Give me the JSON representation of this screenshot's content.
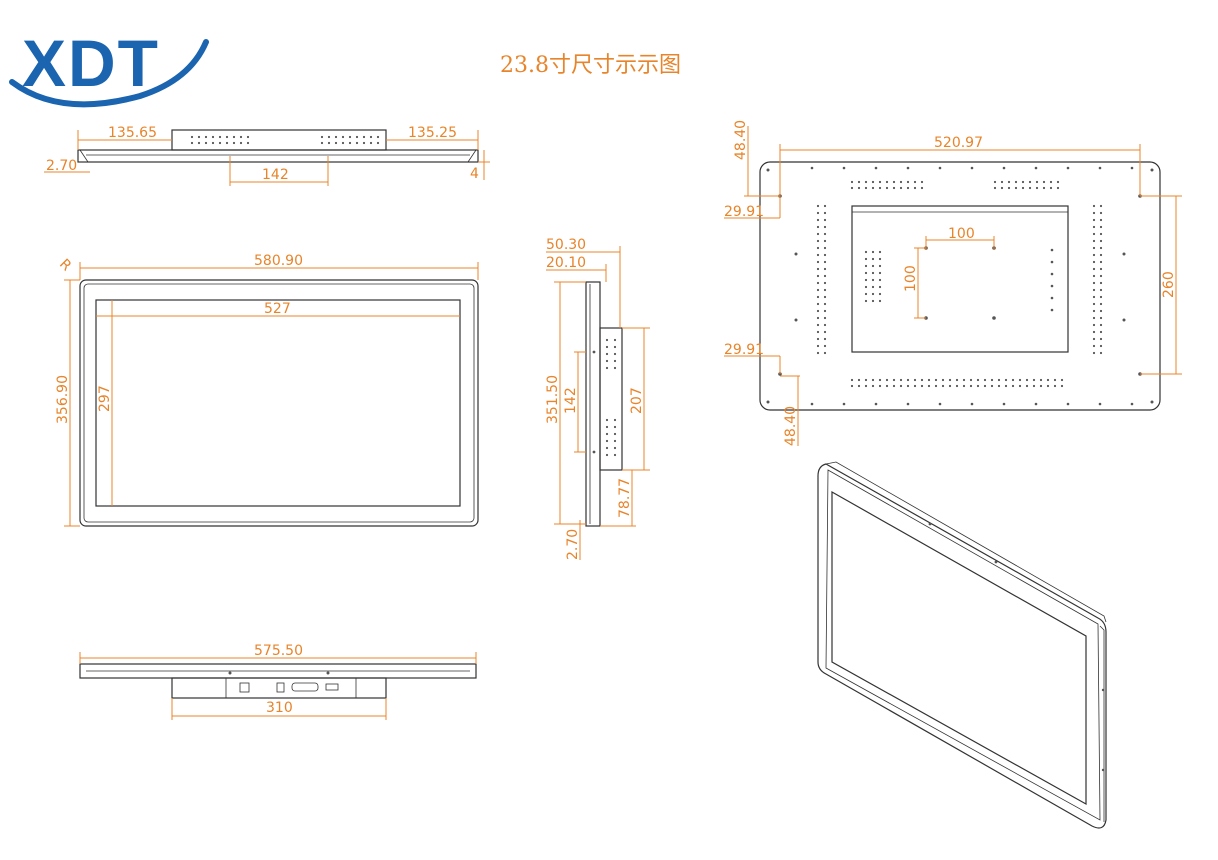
{
  "logo": {
    "text": "XDT"
  },
  "title": "23.8寸尺寸示示图",
  "colors": {
    "dimension": "#e8842a",
    "outline": "#333333",
    "logo_blue": "#1a64b0"
  },
  "dimensions": {
    "top_left_offset": "135.65",
    "top_right_offset": "135.25",
    "top_bezel": "2.70",
    "top_center_spacing": "142",
    "top_depth_small": "4",
    "front_width": "580.90",
    "front_height": "356.90",
    "front_radius": "R",
    "screen_width": "527",
    "screen_height": "297",
    "side_total_depth": "50.30",
    "side_frame_depth": "20.10",
    "side_height": "351.50",
    "side_hole_spacing": "142",
    "side_box_height": "207",
    "side_bottom_offset": "78.77",
    "side_bottom_bezel": "2.70",
    "bottom_width": "575.50",
    "bottom_box_width": "310",
    "back_width": "520.97",
    "back_top_offset": "48.40",
    "back_left_offset_top": "29.91",
    "back_left_offset_bottom": "29.91",
    "back_bottom_offset": "48.40",
    "back_height": "260",
    "vesa_h": "100",
    "vesa_v": "100"
  }
}
